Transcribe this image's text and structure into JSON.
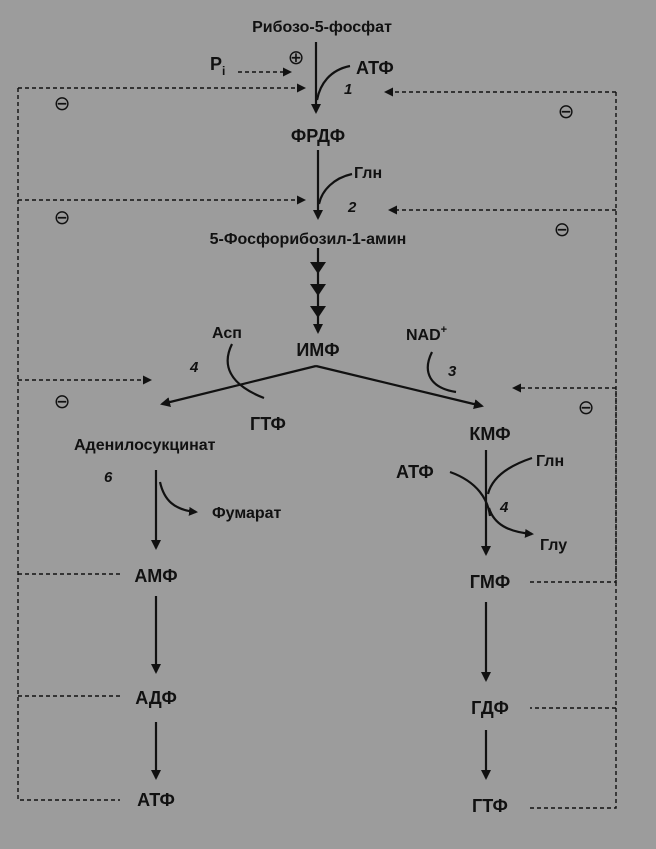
{
  "metabolites": {
    "ribose5p": "Рибозо-5-фосфат",
    "pi_main": "P",
    "pi_sub": "i",
    "atp_top": "АТФ",
    "frdf": "ФРДФ",
    "gln_top": "Глн",
    "phosphoribosylamine": "5-Фосфорибозил-1-амин",
    "imp": "ИМФ",
    "asp": "Асп",
    "nad": "NAD",
    "nad_sup": "+",
    "gtp_branch": "ГТФ",
    "adenylosuccinate": "Аденилосукцинат",
    "kmf": "КМФ",
    "fumarate": "Фумарат",
    "atp_right": "АТФ",
    "gln_right": "Глн",
    "glu": "Глу",
    "amp": "АМФ",
    "gmp": "ГМФ",
    "adp": "АДФ",
    "gdp": "ГДФ",
    "atp_bottom": "АТФ",
    "gtp_bottom": "ГТФ"
  },
  "steps": {
    "s1": "1",
    "s2": "2",
    "s3": "3",
    "s4a": "4",
    "s4b": "4",
    "s6": "6"
  },
  "regulation": {
    "activator": "⊕",
    "inhibitor": "⊖"
  }
}
